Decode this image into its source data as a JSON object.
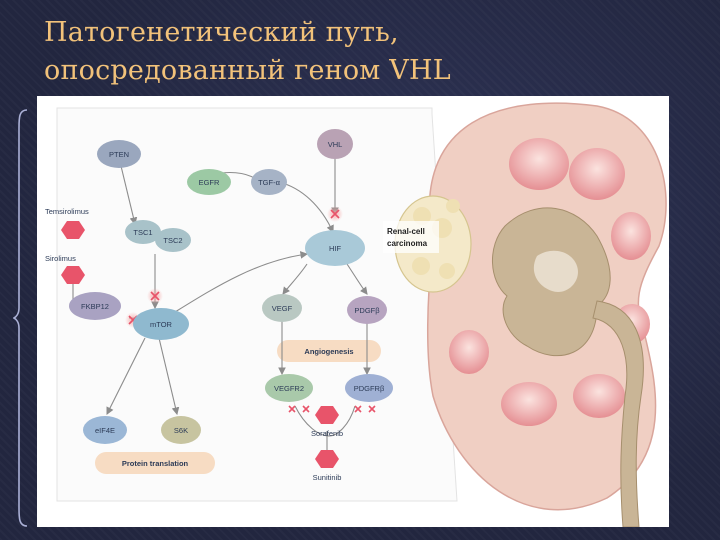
{
  "title": {
    "line1": "Патогенетический путь,",
    "line2": "опосредованный геном VHL"
  },
  "diagram": {
    "nodes": {
      "pten": "PTEN",
      "vhl": "VHL",
      "egfr": "EGFR",
      "tgfa": "TGF-α",
      "tsc1": "TSC1",
      "tsc2": "TSC2",
      "hif": "HIF",
      "fkbp12": "FKBP12",
      "mtor": "mTOR",
      "vegf": "VEGF",
      "pdgfb": "PDGFβ",
      "vegfr2": "VEGFR2",
      "pdgfrb": "PDGFRβ",
      "eif4e": "eIF4E",
      "s6k": "S6K"
    },
    "drugs": {
      "temsirolimus": "Temsirolimus",
      "sirolimus": "Sirolimus",
      "sorafenib": "Sorafenib",
      "sunitinib": "Sunitinib"
    },
    "bands": {
      "angiogenesis": "Angiogenesis",
      "protein_translation": "Protein translation"
    },
    "kidney": {
      "label_line1": "Renal-cell",
      "label_line2": "carcinoma"
    },
    "colors": {
      "pten": "#9aa7be",
      "vhl": "#b9a2b4",
      "egfr": "#9cc9a4",
      "tgfa": "#a6b3c6",
      "tsc": "#a8c2c9",
      "hif": "#a9c9d8",
      "fkbp12": "#a9a2c2",
      "mtor": "#8fb9cf",
      "vegf": "#b9c8c2",
      "pdgfb": "#b7a4c0",
      "vegfr2": "#a9c9aa",
      "pdgfrb": "#9fb0d4",
      "eif4e": "#9bb7d6",
      "s6k": "#c7c4a0",
      "drug": "#e8546a",
      "band": "#f7dcc3",
      "arrow": "#8c8c8c",
      "kidney_flesh": "#f1d3c7",
      "kidney_pyramid": "#e9a3a2"
    }
  }
}
